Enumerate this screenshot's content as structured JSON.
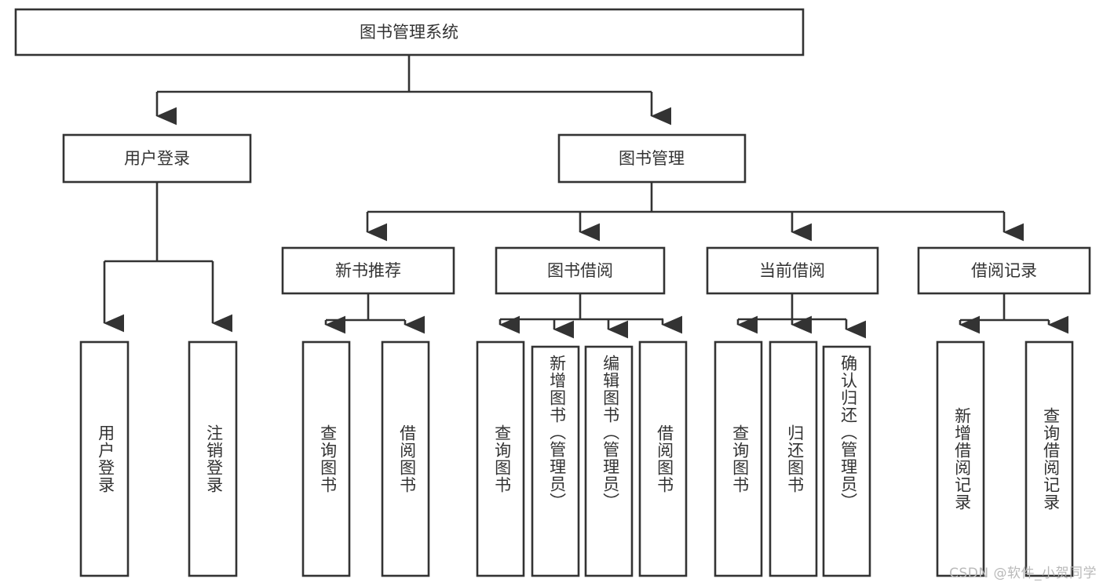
{
  "diagram": {
    "type": "tree",
    "title": "图书管理系统",
    "orientation": "top-down",
    "watermark": "CSDN @软件_小贺同学",
    "colors": {
      "background": "#ffffff",
      "box_fill": "#ffffff",
      "stroke": "#333333",
      "text": "#333333",
      "watermark": "#b9b9b9"
    },
    "root": {
      "id": "root",
      "label": "图书管理系统",
      "text_direction": "horizontal"
    },
    "level2": [
      {
        "id": "user-login",
        "label": "用户登录",
        "text_direction": "horizontal"
      },
      {
        "id": "book-manage",
        "label": "图书管理",
        "text_direction": "horizontal"
      }
    ],
    "level3": [
      {
        "id": "new-book-recommend",
        "label": "新书推荐",
        "text_direction": "horizontal",
        "parent": "book-manage"
      },
      {
        "id": "book-borrow",
        "label": "图书借阅",
        "text_direction": "horizontal",
        "parent": "book-manage"
      },
      {
        "id": "current-borrow",
        "label": "当前借阅",
        "text_direction": "horizontal",
        "parent": "book-manage"
      },
      {
        "id": "borrow-record",
        "label": "借阅记录",
        "text_direction": "horizontal",
        "parent": "book-manage"
      }
    ],
    "leaves": [
      {
        "id": "leaf-user-login",
        "label": "用户登录",
        "parent": "user-login",
        "text_direction": "vertical",
        "align": "middle"
      },
      {
        "id": "leaf-logout-login",
        "label": "注销登录",
        "parent": "user-login",
        "text_direction": "vertical",
        "align": "middle"
      },
      {
        "id": "leaf-query-book-1",
        "label": "查询图书",
        "parent": "new-book-recommend",
        "text_direction": "vertical",
        "align": "middle"
      },
      {
        "id": "leaf-borrow-book-1",
        "label": "借阅图书",
        "parent": "new-book-recommend",
        "text_direction": "vertical",
        "align": "middle"
      },
      {
        "id": "leaf-query-book-2",
        "label": "查询图书",
        "parent": "book-borrow",
        "text_direction": "vertical",
        "align": "middle"
      },
      {
        "id": "leaf-add-book",
        "label": "新增图书（管理员）",
        "parent": "book-borrow",
        "text_direction": "vertical",
        "align": "top"
      },
      {
        "id": "leaf-edit-book",
        "label": "编辑图书（管理员）",
        "parent": "book-borrow",
        "text_direction": "vertical",
        "align": "top"
      },
      {
        "id": "leaf-borrow-book-2",
        "label": "借阅图书",
        "parent": "book-borrow",
        "text_direction": "vertical",
        "align": "middle"
      },
      {
        "id": "leaf-query-book-3",
        "label": "查询图书",
        "parent": "current-borrow",
        "text_direction": "vertical",
        "align": "middle"
      },
      {
        "id": "leaf-return-book",
        "label": "归还图书",
        "parent": "current-borrow",
        "text_direction": "vertical",
        "align": "middle"
      },
      {
        "id": "leaf-confirm-return",
        "label": "确认归还（管理员）",
        "parent": "current-borrow",
        "text_direction": "vertical",
        "align": "top"
      },
      {
        "id": "leaf-add-record",
        "label": "新增借阅记录",
        "parent": "borrow-record",
        "text_direction": "vertical",
        "align": "middle"
      },
      {
        "id": "leaf-query-record",
        "label": "查询借阅记录",
        "parent": "borrow-record",
        "text_direction": "vertical",
        "align": "middle"
      }
    ]
  }
}
